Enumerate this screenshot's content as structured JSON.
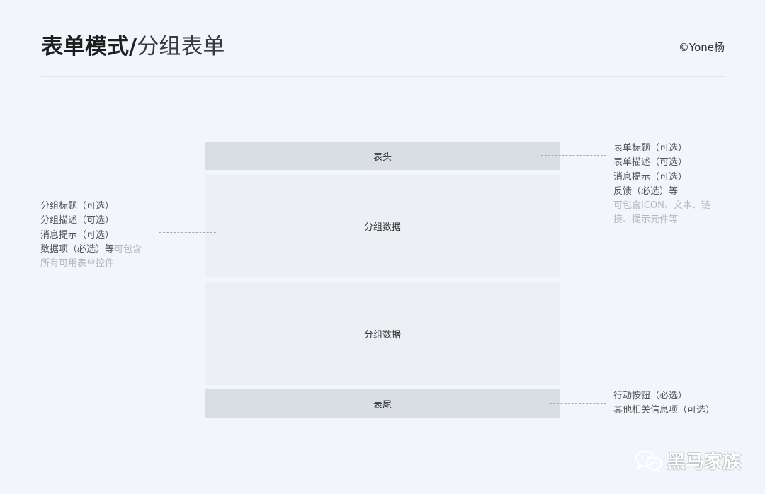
{
  "header": {
    "title_bold": "表单模式/",
    "title_light": "分组表单",
    "copyright": "©Yone杨"
  },
  "blocks": {
    "head": "表头",
    "group1": "分组数据",
    "group2": "分组数据",
    "footer": "表尾"
  },
  "notes": {
    "right_top": {
      "lines": [
        "表单标题（可选）",
        "表单描述（可选）",
        "消息提示（可选）",
        "反馈（必选）等"
      ],
      "muted_lines": [
        "可包含ICON、文本、链",
        "接、提示元件等"
      ]
    },
    "left": {
      "lines": [
        "分组标题（可选）",
        "分组描述（可选）",
        "消息提示（可选）"
      ],
      "line4_main": "数据项（必选）等",
      "line4_muted": "可包含",
      "line5_muted": "所有可用表单控件"
    },
    "right_bottom": {
      "lines": [
        "行动按钮（必选）",
        "其他相关信息项（可选）"
      ]
    }
  },
  "watermark": {
    "text": "黑马家族",
    "icon": "wechat-icon"
  }
}
